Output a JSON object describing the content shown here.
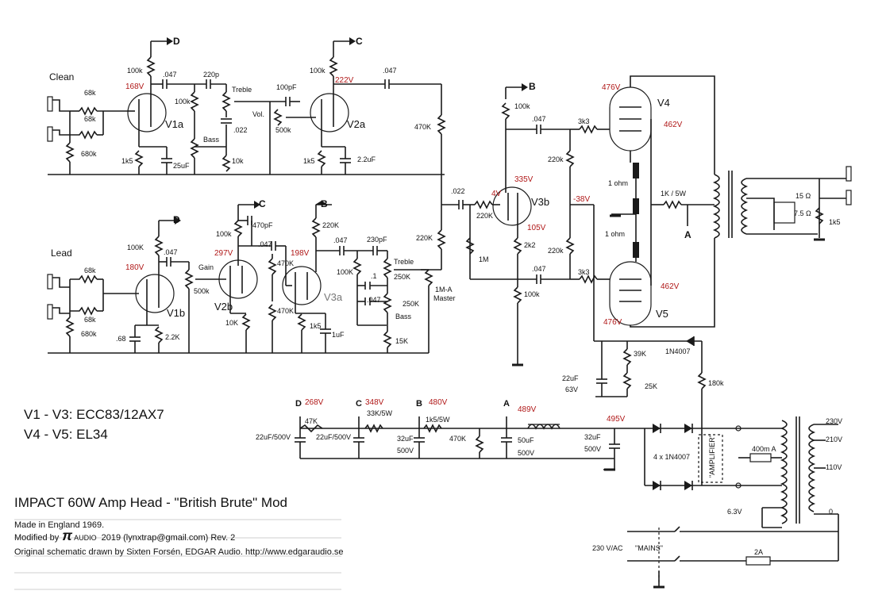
{
  "title": {
    "main": "IMPACT 60W Amp Head",
    "sub": " - \"British Brute\" Mod"
  },
  "tube_list": [
    "V1 - V3: ECC83/12AX7",
    "V4 - V5: EL34"
  ],
  "credits": {
    "line1": "Made in England 1969.",
    "line2_pre": "Modified by",
    "line2_logo": "π",
    "line2_logo_word": "AUDIO",
    "line2_post": "2019 (lynxtrap@gmail.com) Rev. 2",
    "line3": "Original schematic drawn by Sixten Forsén, EDGAR Audio. http://www.edgaraudio.se"
  },
  "channels": {
    "clean": "Clean",
    "lead": "Lead"
  },
  "tubes": {
    "v1a": "V1a",
    "v2a": "V2a",
    "v1b": "V1b",
    "v2b": "V2b",
    "v3a": "V3a",
    "v3b": "V3b",
    "v4": "V4",
    "v5": "V5"
  },
  "buses": {
    "a": "A",
    "b": "B",
    "c": "C",
    "d": "D"
  },
  "voltages": {
    "v1a_plate": "168V",
    "v2a_plate": "222V",
    "v1b_plate": "180V",
    "v2b_plate": "297V",
    "v3a_plate": "198V",
    "v3b_plate": "335V",
    "v3b_grid": "4V",
    "v3b_cathode": "105V",
    "bias": "-38V",
    "v4_plate": "476V",
    "v4_screen": "462V",
    "v5_plate": "476V",
    "v5_screen": "462V",
    "psu_d": "268V",
    "psu_c": "348V",
    "psu_b": "480V",
    "psu_a": "489V",
    "psu_main": "495V"
  },
  "components": {
    "clean_in1": "68k",
    "clean_in2": "68k",
    "clean_grid": "680k",
    "v1a_plate_r": "100k",
    "v1a_cap": ".047",
    "v1a_220k": "100k",
    "treble_cap": "220p",
    "treble": "Treble",
    "bass": "Bass",
    "cap_022": ".022",
    "r10k_clean": "10k",
    "v1a_cath": "1k5",
    "v1a_bypass": "25uF",
    "vol_cap": "100pF",
    "vol": "Vol.",
    "vol_pot": "500k",
    "v2a_plate_r": "100k",
    "v2a_cath": "1k5",
    "v2a_bypass": "2.2uF",
    "v2a_out_cap": ".047",
    "r470k_1": "470K",
    "lead_in1": "68k",
    "lead_in2": "68k",
    "lead_grid": "680k",
    "v1b_plate_r": "100K",
    "v1b_cap": ".047",
    "gain": "Gain",
    "gain_pot": "500k",
    "v1b_cath": "2.2K",
    "v1b_cath_cap": ".68",
    "v2b_plate_r": "100k",
    "v2b_470pf": "470pF",
    "v2b_cap": ".047",
    "v2b_cath": "10K",
    "r470k_2": "470K",
    "r470k_3": "470K",
    "v3a_plate_r": "220K",
    "v3a_cap": ".047",
    "v3a_cath": "1k5",
    "v3a_bypass": "1uF",
    "tone_230pf": "230pF",
    "tone_100k": "100K",
    "tone_1": ".1",
    "tone_047": ".047",
    "tone_treble": "Treble",
    "tone_250k_1": "250K",
    "tone_250k_2": "250K",
    "tone_bass": "Bass",
    "tone_15k": "15K",
    "master": "1M-A",
    "master_lbl": "Master",
    "r220k_mix": "220K",
    "pi_cap": ".022",
    "pi_grid": "220K",
    "pi_1m": "1M",
    "pi_2k2": "2k2",
    "pi_100k_tail": "100k",
    "pi_plate_r": "100k",
    "pi_cap_top": ".047",
    "pi_cap_bot": ".047",
    "grid_3k3_top": "3k3",
    "grid_3k3_bot": "3k3",
    "bias_220k_1": "220k",
    "bias_220k_2": "220k",
    "ohm1": "1 ohm",
    "ohm2": "1 ohm",
    "nfb": "1K / 5W",
    "spk_15": "15 Ω",
    "spk_75": "7.5 Ω",
    "spk_1k5": "1k5",
    "bias_39k": "39K",
    "bias_25k": "25K",
    "bias_cap": "22uF",
    "bias_cap_v": "63V",
    "diode_bias": "1N4007",
    "r180k": "180k",
    "psu_47k": "47K",
    "psu_33k": "33K/5W",
    "psu_1k5": "1k5/5W",
    "psu_cap_d": "22uF/500V",
    "psu_cap_c": "22uF/500V",
    "psu_32uf_1": "32uF",
    "psu_32uf_1v": "500V",
    "psu_470k": "470K",
    "psu_50uf": "50uF",
    "psu_50uf_v": "500V",
    "psu_32uf_2": "32uF",
    "psu_32uf_2v": "500V",
    "rectifier": "4 x 1N4007",
    "amplifier_sw": "\"AMPLIFIER\"",
    "fuse_ma": "400m A",
    "tap_230": "230V",
    "tap_210": "210V",
    "tap_110": "110V",
    "tap_0": "0",
    "heater": "6.3V",
    "mains_in": "230 V/AC",
    "mains_sw": "\"MAINS\"",
    "fuse_2a": "2A"
  }
}
